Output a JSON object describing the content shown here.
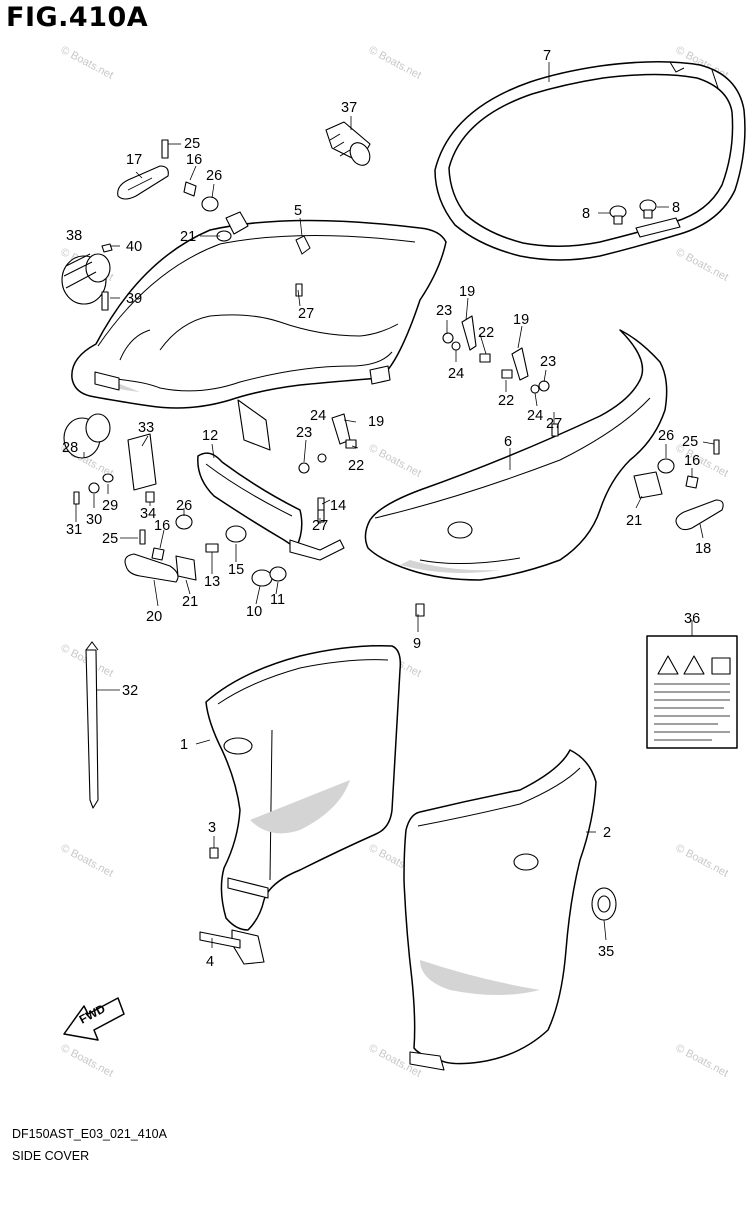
{
  "figure": {
    "title": "FIG.410A",
    "code": "DF150AST_E03_021_410A",
    "name": "SIDE COVER"
  },
  "watermark": "© Boats.net",
  "labels": [
    "1",
    "2",
    "3",
    "4",
    "5",
    "6",
    "7",
    "8",
    "9",
    "10",
    "11",
    "12",
    "13",
    "14",
    "15",
    "16",
    "17",
    "18",
    "19",
    "20",
    "21",
    "22",
    "23",
    "24",
    "25",
    "26",
    "27",
    "28",
    "29",
    "30",
    "31",
    "32",
    "33",
    "34",
    "35",
    "36",
    "37",
    "38",
    "39",
    "40"
  ],
  "fwd_label": "FWD",
  "colors": {
    "line": "#000000",
    "shade": "#d4d4d4",
    "watermark": "#c8c8c8"
  }
}
